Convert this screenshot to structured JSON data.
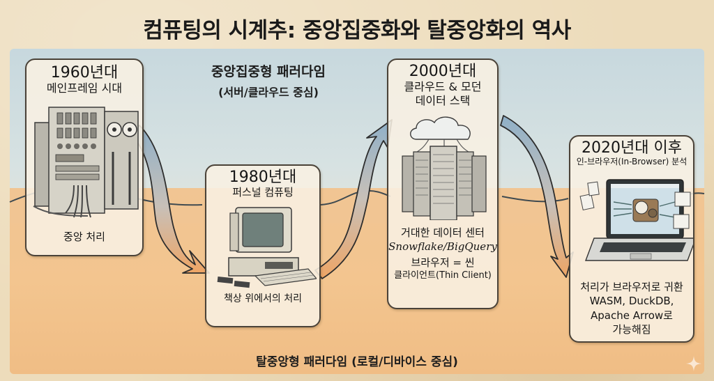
{
  "title": "컴퓨팅의 시계추: 중앙집중화와 탈중앙화의 역사",
  "paradigms": {
    "centralized": {
      "label": "중앙집중형 패러다임",
      "sublabel": "(서버/클라우드 중심)"
    },
    "decentralized": {
      "label": "탈중앙형 패러다임 (로컬/디바이스 중심)"
    }
  },
  "eras": [
    {
      "period": "1960년대",
      "name": "메인프레임 시대",
      "illustration": "mainframe-icon",
      "captions": [
        "중앙 처리"
      ],
      "position": "top"
    },
    {
      "period": "1980년대",
      "name": "퍼스널 컴퓨팅",
      "illustration": "personal-computer-icon",
      "captions": [
        "책상 위에서의 처리"
      ],
      "position": "bottom"
    },
    {
      "period": "2000년대",
      "name": "클라우드 & 모던",
      "name2": "데이터 스택",
      "illustration": "cloud-datacenter-icon",
      "captions": [
        "거대한 데이터 센터",
        "Snowflake/BigQuery",
        "브라우저 = 씬",
        "클라이언트(Thin Client)"
      ],
      "position": "top"
    },
    {
      "period": "2020년대 이후",
      "name": "인-브라우저(In-Browser) 분석",
      "illustration": "laptop-browser-analytics-icon",
      "captions": [
        "처리가 브라우저로 귀환",
        "WASM, DuckDB,",
        "Apache Arrow로",
        "가능해짐"
      ],
      "position": "bottom"
    }
  ],
  "arrows": [
    {
      "from": "1960년대",
      "to": "1980년대",
      "direction": "down"
    },
    {
      "from": "1980년대",
      "to": "2000년대",
      "direction": "up"
    },
    {
      "from": "2000년대",
      "to": "2020년대 이후",
      "direction": "down"
    }
  ],
  "colors": {
    "sky": "#c9dadf",
    "sand": "#f1c48f",
    "parchment": "#eddcbb",
    "card_border": "#4a4238",
    "arrow_blue": "#8fb0c8",
    "arrow_orange": "#eea565",
    "text": "#1a1a1a"
  }
}
